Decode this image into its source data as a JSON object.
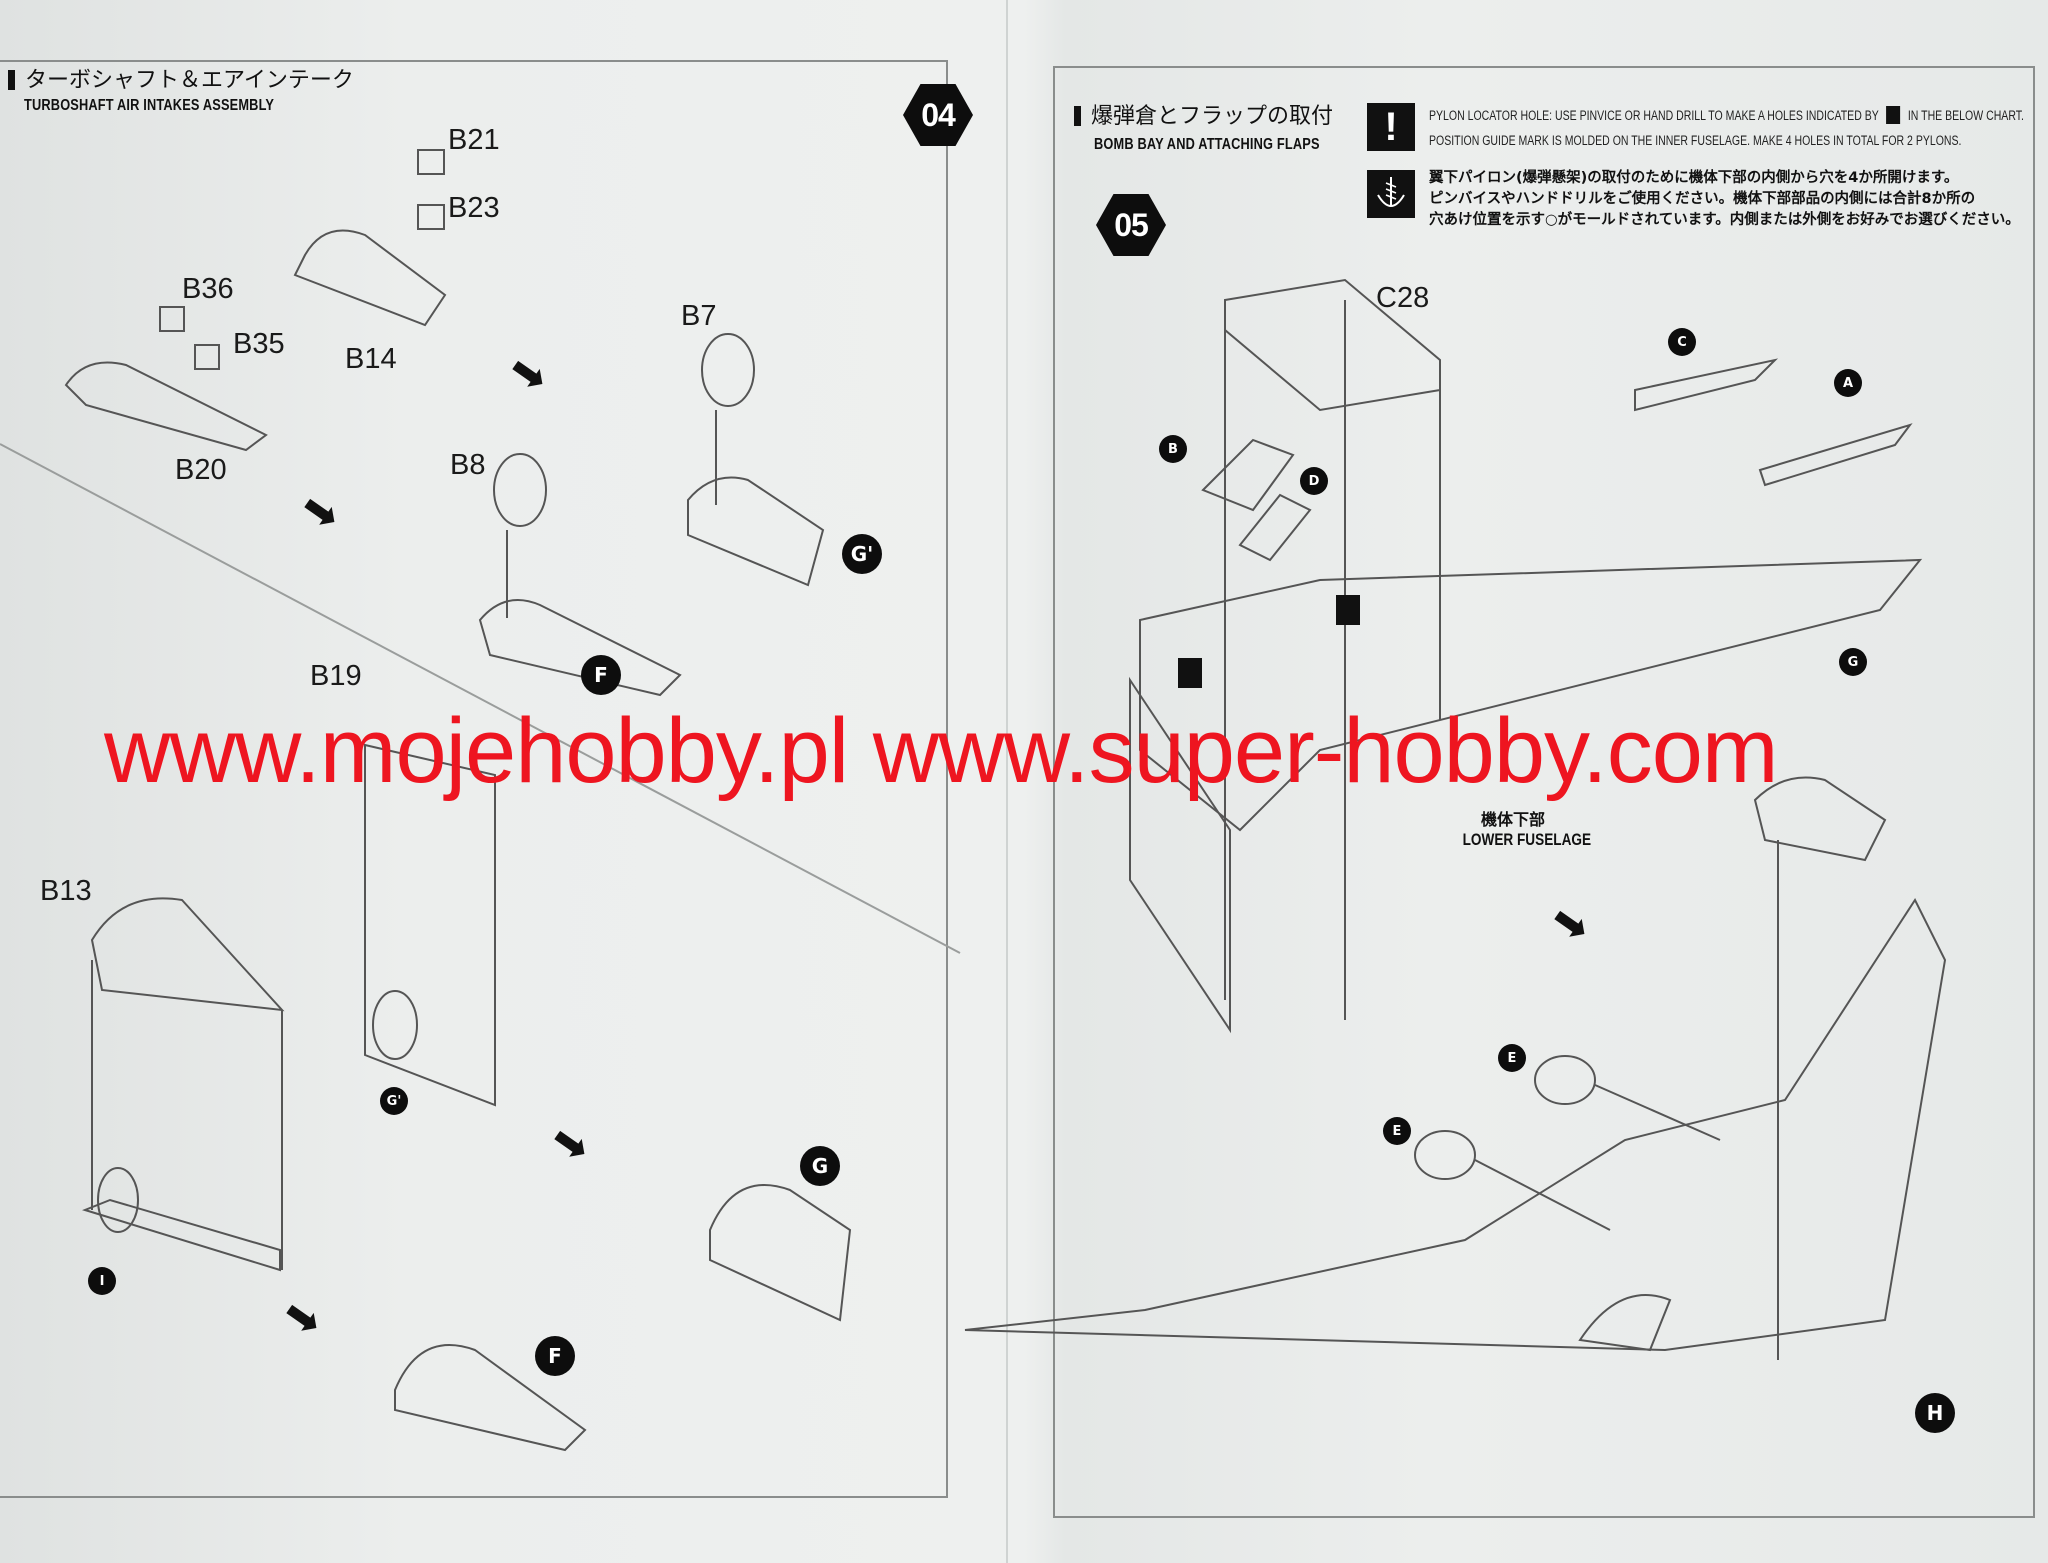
{
  "left_page": {
    "step_number": "04",
    "title_jp": "ターボシャフト＆エアインテーク",
    "title_en": "TURBOSHAFT AIR INTAKES ASSEMBLY",
    "part_labels": [
      "B21",
      "B23",
      "B36",
      "B35",
      "B14",
      "B20",
      "B7",
      "B8",
      "B19",
      "B13"
    ],
    "callouts": [
      "G'",
      "F",
      "G'",
      "I",
      "G",
      "F"
    ]
  },
  "right_page": {
    "step_number": "05",
    "title_jp": "爆弾倉とフラップの取付",
    "title_en": "BOMB BAY AND ATTACHING FLAPS",
    "notice": {
      "en_line1a": "PYLON LOCATOR HOLE: USE PINVICE OR HAND DRILL TO MAKE A HOLES INDICATED BY",
      "en_line1b": "IN THE BELOW CHART.",
      "en_line2": "POSITION GUIDE MARK IS MOLDED ON THE INNER FUSELAGE. MAKE 4 HOLES IN TOTAL FOR 2 PYLONS.",
      "jp_line1": "翼下パイロン(爆弾懸架)の取付のために機体下部の内側から穴を4か所開けます。",
      "jp_line2": "ピンバイスやハンドドリルをご使用ください。機体下部部品の内側には合計8か所の",
      "jp_line3": "穴あけ位置を示す○がモールドされています。内側または外側をお好みでお選びください。",
      "warning_glyph": "!"
    },
    "part_labels": [
      "C28"
    ],
    "callouts": [
      "B",
      "D",
      "C",
      "A",
      "G",
      "E",
      "E",
      "H"
    ],
    "component_label_jp": "機体下部",
    "component_label_en": "LOWER FUSELAGE"
  },
  "watermark": "www.mojehobby.pl www.super-hobby.com",
  "colors": {
    "watermark": "#ee1520",
    "ink": "#111111",
    "paper": "#eceeed"
  }
}
